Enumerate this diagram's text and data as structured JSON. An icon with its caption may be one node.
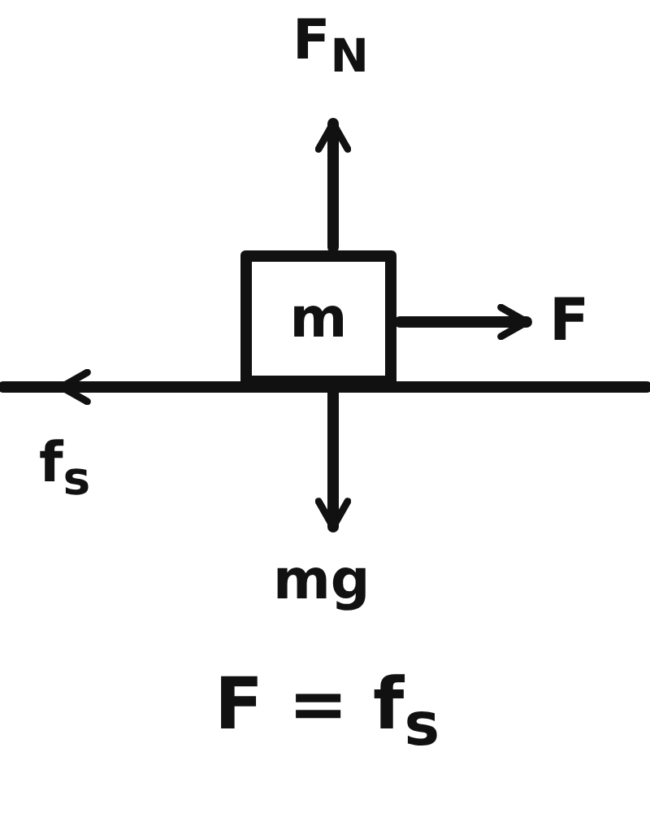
{
  "diagram": {
    "nodes": [
      {
        "text": [
          "m"
        ]
      }
    ],
    "labels": [
      "F$_{N}$",
      "F",
      "f$_{s}$",
      "mg",
      "F = f$_{s}$"
    ]
  }
}
